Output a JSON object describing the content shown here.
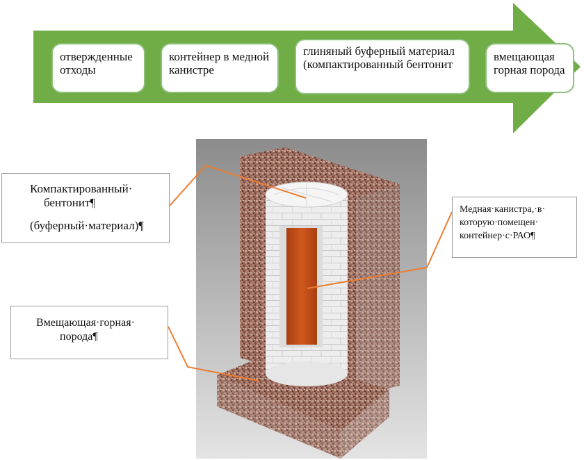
{
  "flow": {
    "steps": [
      "отвержденные отходы",
      "контейнер в медной канистре",
      "глиняный буферный материал (компактированный бентонит",
      "вмещающая горная порода"
    ]
  },
  "callouts": {
    "bentonite": {
      "line1": "Компактированный·",
      "line2": "бентонит¶",
      "line3": "(буферный·материал)¶"
    },
    "canister": {
      "line1": "Медная·канистра,·в·",
      "line2": "которую·помещен·",
      "line3": "контейнер·с·РАО¶"
    },
    "rock": {
      "line1": "Вмещающая·горная·",
      "line2": "порода¶"
    }
  },
  "colors": {
    "arrow": "#70ad47",
    "box_border": "#8cc07a",
    "leader": "#ed7d31",
    "granite": "#9a6a5c",
    "bentonite": "#ececec",
    "copper": "#c0501a"
  }
}
